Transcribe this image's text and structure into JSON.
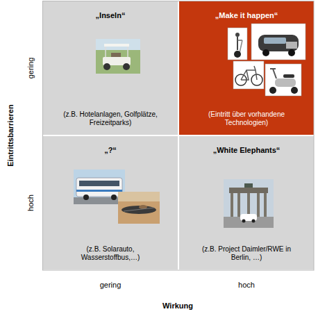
{
  "diagram": {
    "nodes": [
      {
        "text": [
          "„Inseln“",
          "(z.B. Hotelanlagen, Golfplätze, Freizeitparks)"
        ]
      },
      {
        "text": [
          "„Make it happen“",
          "(Eintritt über vorhandene Technologien)"
        ]
      },
      {
        "text": [
          "„?“",
          "(z.B. Solarauto, Wasserstoffbus,…)"
        ]
      },
      {
        "text": [
          "„White Elephants“",
          "(z.B. Project Daimler/RWE in Berlin, …)"
        ]
      }
    ],
    "labels": [
      "Eintrittsbarrieren",
      "gering",
      "hoch",
      "gering",
      "hoch",
      "Wirkung"
    ]
  }
}
